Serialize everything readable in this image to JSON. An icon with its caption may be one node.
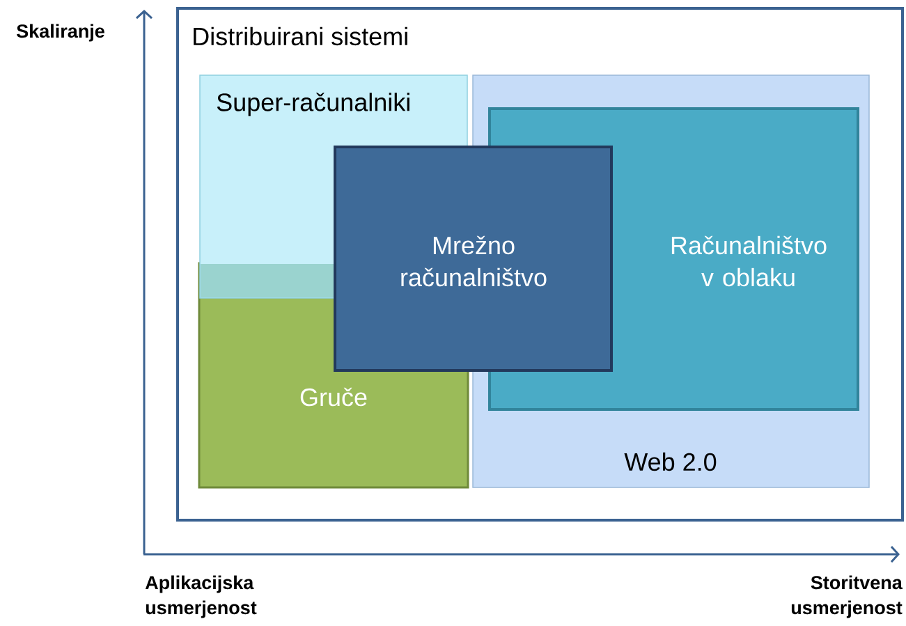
{
  "diagram": {
    "nodes": [
      {
        "text": [
          "Distribuirani sistemi"
        ]
      },
      {
        "text": [
          "Super-računalniki"
        ],
        "in": 0
      },
      {
        "text": [
          "Gruče"
        ],
        "in": 0
      },
      {
        "text": [
          "Web 2.0"
        ],
        "in": 0
      },
      {
        "text": [
          "Računalništvo v oblaku"
        ],
        "in": 3
      },
      {
        "text": [
          "Mrežno računalništvo"
        ],
        "in": 0
      }
    ],
    "labels": [
      "Skaliranje",
      "Aplikacijska usmerjenost",
      "Storitvena usmerjenost"
    ]
  }
}
